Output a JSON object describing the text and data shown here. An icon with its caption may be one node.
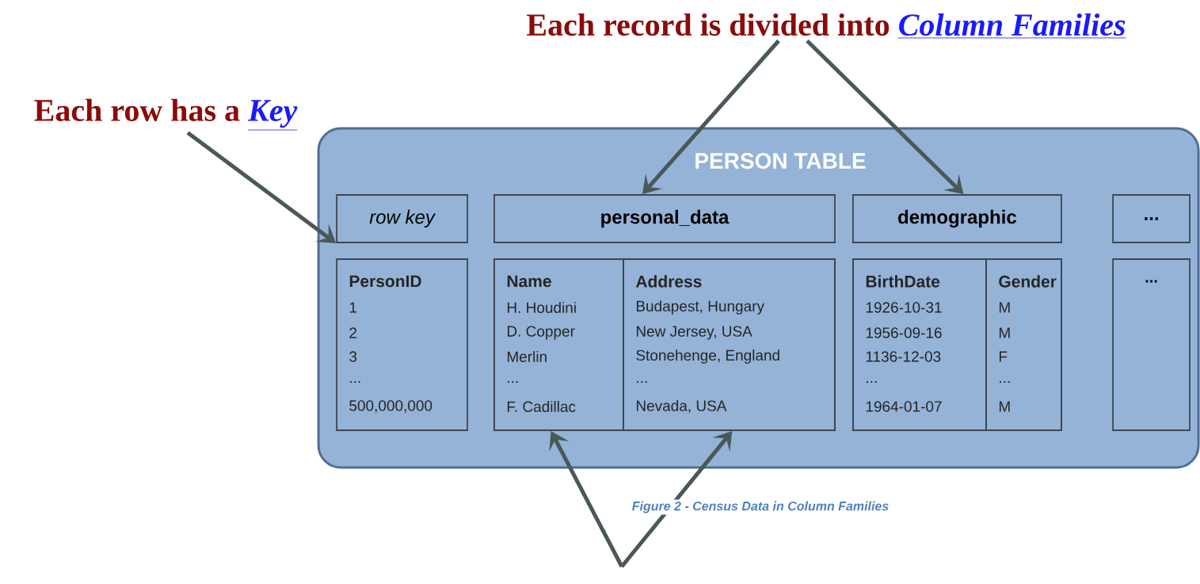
{
  "diagram": {
    "caption": "Figure 2 - Census Data in Column Families",
    "nodes": [
      {
        "text": [
          "Each record is divided into",
          "Column Families"
        ]
      },
      {
        "text": [
          "Each row has a",
          "Key"
        ]
      },
      {
        "text": [
          "PERSON TABLE"
        ]
      },
      {
        "text": [
          "row key"
        ],
        "in": 2
      },
      {
        "text": [
          "personal_data"
        ],
        "in": 2
      },
      {
        "text": [
          "demographic"
        ],
        "in": 2
      },
      {
        "text": [
          "..."
        ],
        "in": 2
      },
      {
        "text": [
          "PersonID",
          "1",
          "2",
          "3",
          "...",
          "500,000,000"
        ],
        "in": 2
      },
      {
        "text": [],
        "shape": "box",
        "in": 2
      },
      {
        "text": [
          "Name",
          "H. Houdini",
          "D. Copper",
          "Merlin",
          "...",
          "F. Cadillac"
        ],
        "in": 8
      },
      {
        "text": [
          "Address",
          "Budapest, Hungary",
          "New Jersey, USA",
          "Stonehenge, England",
          "...",
          "Nevada, USA"
        ],
        "in": 8
      },
      {
        "text": [],
        "shape": "box",
        "in": 2
      },
      {
        "text": [
          "BirthDate",
          "1926-10-31",
          "1956-09-16",
          "1136-12-03",
          "...",
          "1964-01-07"
        ],
        "in": 11
      },
      {
        "text": [
          "Gender",
          "M",
          "M",
          "F",
          "...",
          "M"
        ],
        "in": 11
      },
      {
        "text": [
          "..."
        ],
        "in": 2
      }
    ],
    "edges": [
      {
        "from": 0,
        "to": 4,
        "arrow": "to"
      },
      {
        "from": 0,
        "to": 5,
        "arrow": "to"
      },
      {
        "from": 1,
        "to": 3,
        "arrow": "to"
      },
      {
        "from": null,
        "to": 9,
        "arrow": "to"
      },
      {
        "from": null,
        "to": 10,
        "arrow": "to"
      }
    ]
  }
}
